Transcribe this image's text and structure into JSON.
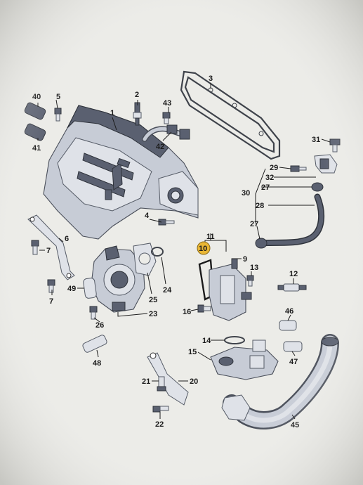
{
  "diagram": {
    "highlighted_part": "10",
    "callouts": [
      {
        "id": "c1",
        "label": "1"
      },
      {
        "id": "c2",
        "label": "2"
      },
      {
        "id": "c3",
        "label": "3"
      },
      {
        "id": "c4",
        "label": "4"
      },
      {
        "id": "c5",
        "label": "5"
      },
      {
        "id": "c6",
        "label": "6"
      },
      {
        "id": "c7a",
        "label": "7"
      },
      {
        "id": "c7b",
        "label": "7"
      },
      {
        "id": "c9",
        "label": "9"
      },
      {
        "id": "c10",
        "label": "10"
      },
      {
        "id": "c11",
        "label": "11"
      },
      {
        "id": "c12",
        "label": "12"
      },
      {
        "id": "c13",
        "label": "13"
      },
      {
        "id": "c14",
        "label": "14"
      },
      {
        "id": "c15",
        "label": "15"
      },
      {
        "id": "c16",
        "label": "16"
      },
      {
        "id": "c20",
        "label": "20"
      },
      {
        "id": "c21",
        "label": "21"
      },
      {
        "id": "c22",
        "label": "22"
      },
      {
        "id": "c23",
        "label": "23"
      },
      {
        "id": "c24",
        "label": "24"
      },
      {
        "id": "c25",
        "label": "25"
      },
      {
        "id": "c26",
        "label": "26"
      },
      {
        "id": "c27a",
        "label": "27"
      },
      {
        "id": "c27b",
        "label": "27"
      },
      {
        "id": "c28",
        "label": "28"
      },
      {
        "id": "c29",
        "label": "29"
      },
      {
        "id": "c30",
        "label": "30"
      },
      {
        "id": "c31",
        "label": "31"
      },
      {
        "id": "c32",
        "label": "32"
      },
      {
        "id": "c40",
        "label": "40"
      },
      {
        "id": "c41",
        "label": "41"
      },
      {
        "id": "c42",
        "label": "42"
      },
      {
        "id": "c43",
        "label": "43"
      },
      {
        "id": "c45",
        "label": "45"
      },
      {
        "id": "c46",
        "label": "46"
      },
      {
        "id": "c47",
        "label": "47"
      },
      {
        "id": "c48",
        "label": "48"
      },
      {
        "id": "c49",
        "label": "49"
      }
    ]
  },
  "colors": {
    "highlight": "#e9b634",
    "line": "#1b1b1b",
    "part_fill": "#c7ccd6",
    "part_dark": "#5a6070"
  }
}
